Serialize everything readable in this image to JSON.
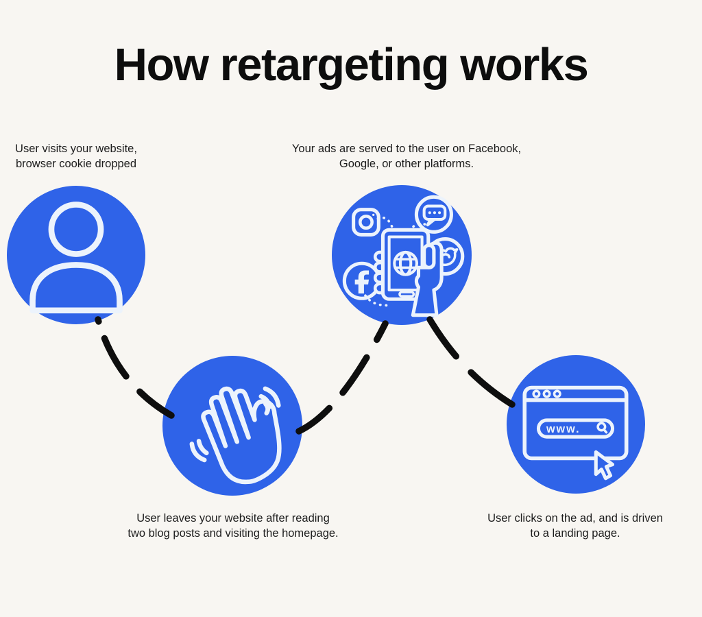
{
  "title": "How retargeting works",
  "steps": [
    {
      "name": "user-visits",
      "caption": "User visits your website,\nbrowser cookie dropped",
      "icon": "user-icon"
    },
    {
      "name": "ads-served",
      "caption": "Your ads are served to the user on Facebook,\nGoogle, or other platforms.",
      "icon": "phone-social-ads-icon"
    },
    {
      "name": "user-leaves",
      "caption": "User leaves your website after reading\ntwo blog posts and visiting the homepage.",
      "icon": "waving-hand-icon"
    },
    {
      "name": "user-clicks",
      "caption": "User clicks on the ad, and is driven\nto a landing page.",
      "icon": "browser-cursor-icon"
    }
  ],
  "browser": {
    "url_text": "www."
  },
  "icons": [
    "user-icon",
    "waving-hand-icon",
    "phone-social-ads-icon",
    "instagram-icon",
    "chat-bubble-icon",
    "twitter-icon",
    "facebook-icon",
    "globe-icon",
    "browser-cursor-icon",
    "search-icon",
    "cursor-arrow-icon"
  ],
  "colors": {
    "background": "#f8f6f2",
    "circle_blue": "#2f63e8",
    "icon_stroke": "#ecf3fc",
    "connector_black": "#0e0e0e",
    "title_text": "#0d0d0d",
    "body_text": "#1c1c1c"
  }
}
